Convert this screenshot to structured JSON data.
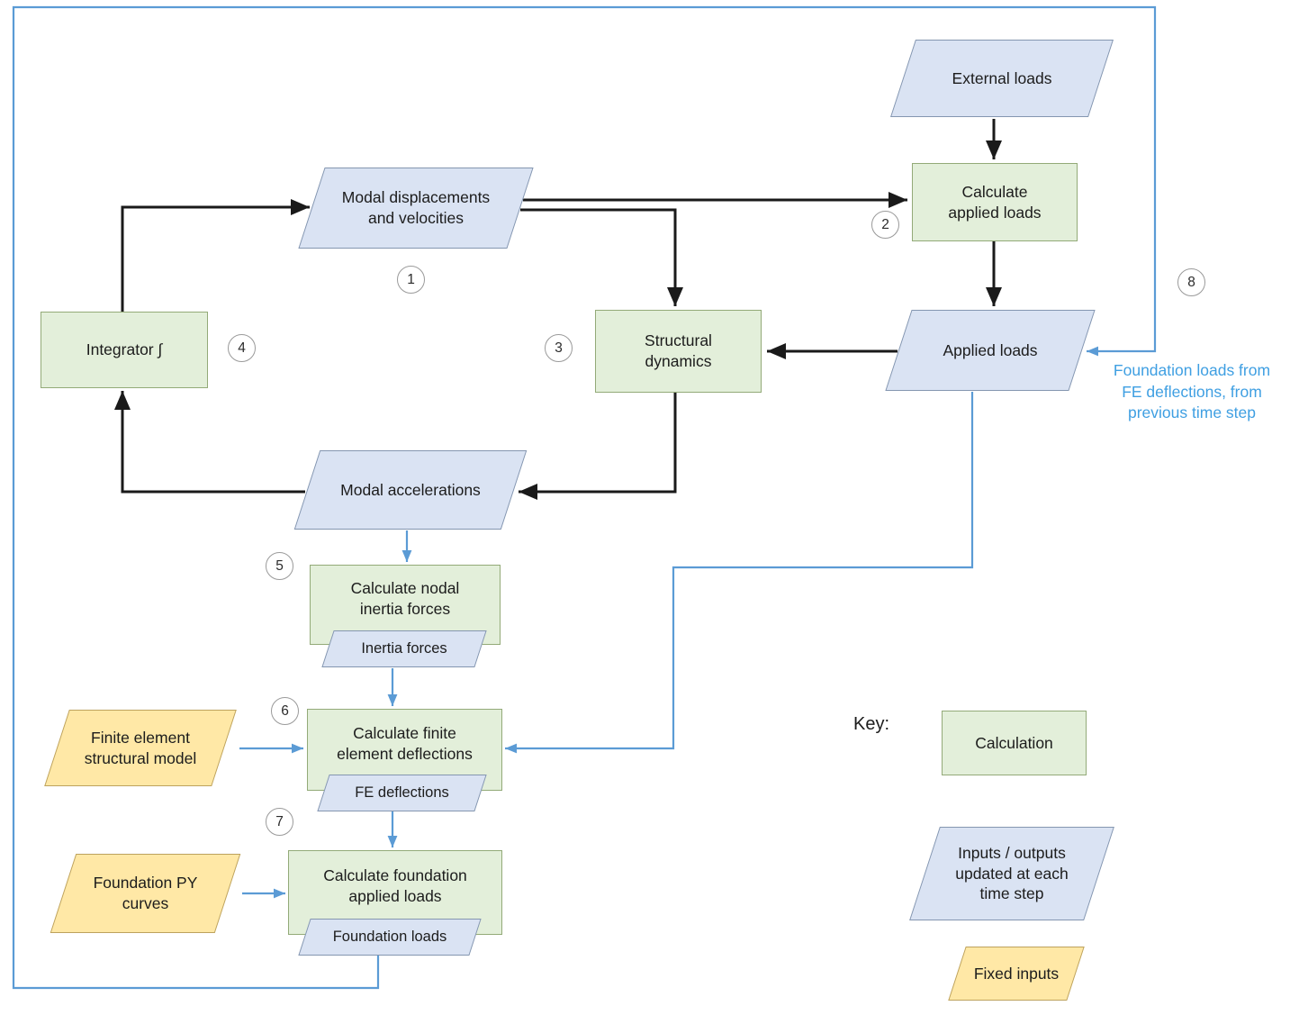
{
  "nodes": {
    "external_loads": "External loads",
    "calc_applied_loads": "Calculate\napplied loads",
    "modal_displacements": "Modal displacements\nand velocities",
    "applied_loads": "Applied loads",
    "structural_dynamics": "Structural\ndynamics",
    "integrator": "Integrator   ∫",
    "modal_accelerations": "Modal accelerations",
    "calc_inertia": "Calculate nodal\ninertia forces",
    "inertia_forces": "Inertia forces",
    "fe_model": "Finite element\nstructural model",
    "calc_fe_deflections": "Calculate finite\nelement deflections",
    "fe_deflections": "FE deflections",
    "foundation_py": "Foundation PY\ncurves",
    "calc_foundation": "Calculate foundation\napplied loads",
    "foundation_loads": "Foundation loads"
  },
  "steps": [
    "1",
    "2",
    "3",
    "4",
    "5",
    "6",
    "7",
    "8"
  ],
  "annotation": "Foundation loads from\nFE deflections, from\nprevious time step",
  "key": {
    "title": "Key:",
    "calculation": "Calculation",
    "io": "Inputs / outputs\nupdated at each\ntime step",
    "fixed": "Fixed inputs"
  },
  "colors": {
    "calculation_fill": "#e3efda",
    "calculation_border": "#93aa78",
    "io_fill": "#dae3f3",
    "io_border": "#8496b0",
    "fixed_fill": "#ffe8a6",
    "fixed_border": "#bda25e",
    "black_arrow": "#1a1a1a",
    "blue_arrow": "#5b9bd5",
    "annotation_text": "#3f9fe2"
  },
  "edges": [
    {
      "from": "external_loads",
      "to": "calc_applied_loads",
      "color": "black"
    },
    {
      "from": "modal_displacements",
      "to": "calc_applied_loads",
      "color": "black",
      "step": "2"
    },
    {
      "from": "calc_applied_loads",
      "to": "applied_loads",
      "color": "black"
    },
    {
      "from": "modal_displacements",
      "to": "structural_dynamics",
      "color": "black",
      "step": "3"
    },
    {
      "from": "applied_loads",
      "to": "structural_dynamics",
      "color": "black"
    },
    {
      "from": "structural_dynamics",
      "to": "modal_accelerations",
      "color": "black"
    },
    {
      "from": "modal_accelerations",
      "to": "integrator",
      "color": "black",
      "step": "4"
    },
    {
      "from": "integrator",
      "to": "modal_displacements",
      "color": "black",
      "step": "1"
    },
    {
      "from": "modal_accelerations",
      "to": "calc_inertia",
      "color": "blue",
      "step": "5"
    },
    {
      "from": "inertia_forces",
      "to": "calc_fe_deflections",
      "color": "blue",
      "step": "6"
    },
    {
      "from": "fe_model",
      "to": "calc_fe_deflections",
      "color": "blue"
    },
    {
      "from": "applied_loads",
      "to": "calc_fe_deflections",
      "color": "blue"
    },
    {
      "from": "fe_deflections",
      "to": "calc_foundation",
      "color": "blue",
      "step": "7"
    },
    {
      "from": "foundation_py",
      "to": "calc_foundation",
      "color": "blue"
    },
    {
      "from": "foundation_loads",
      "to": "applied_loads",
      "color": "blue",
      "step": "8"
    }
  ]
}
